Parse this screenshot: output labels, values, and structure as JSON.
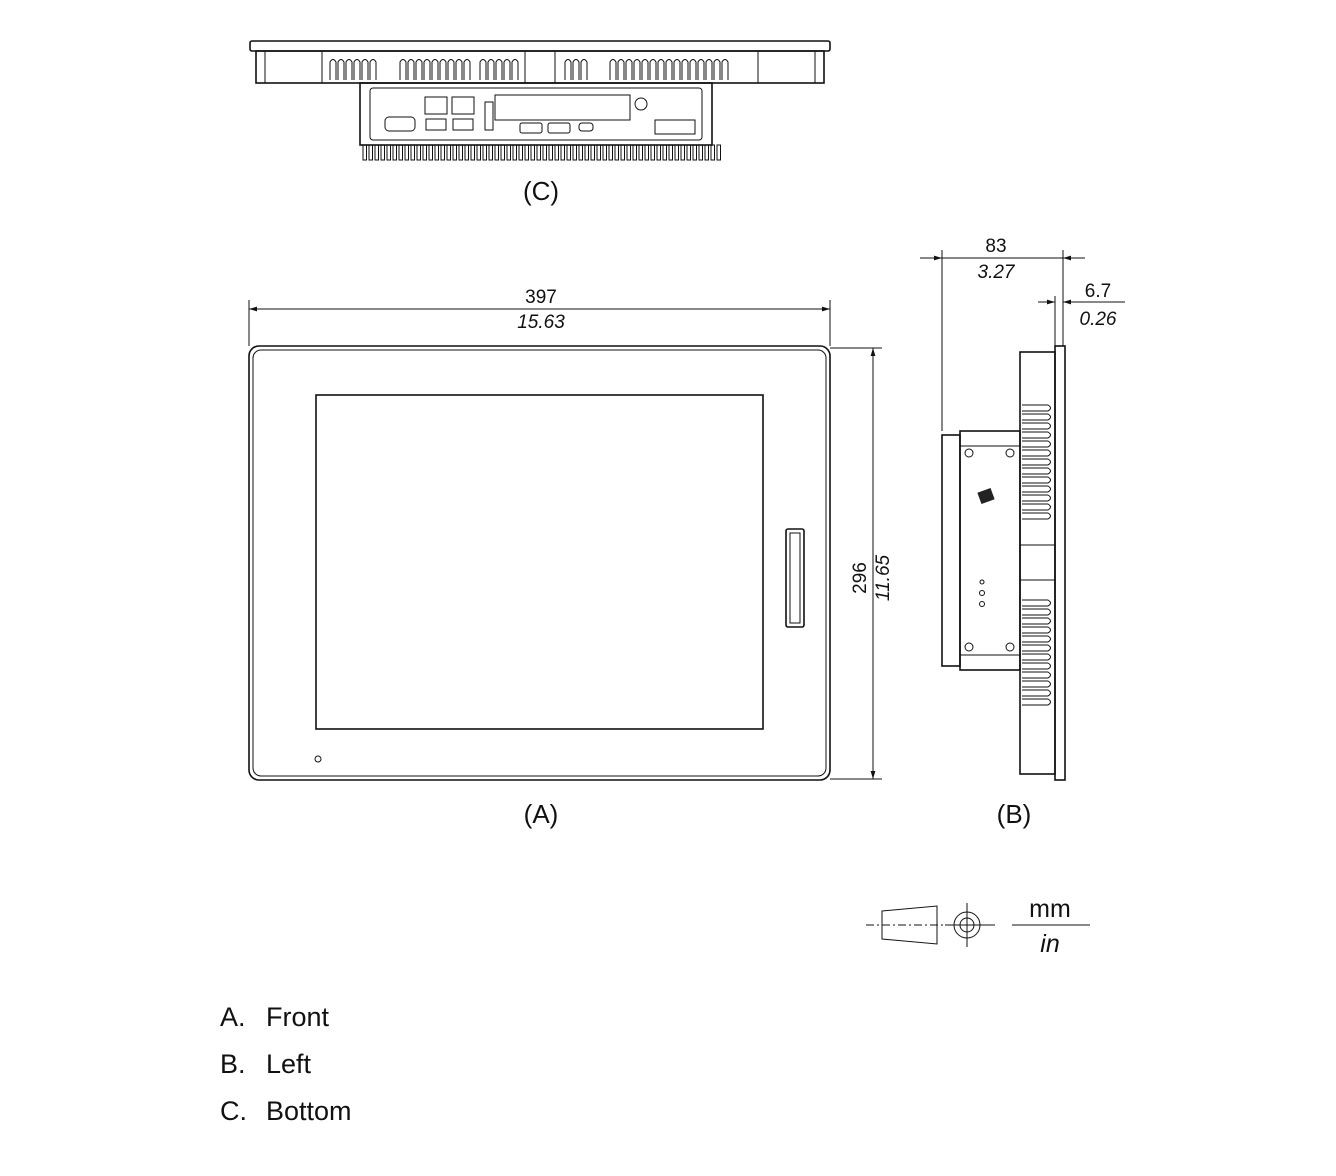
{
  "views": {
    "bottom_label": "(C)",
    "front_label": "(A)",
    "left_label": "(B)"
  },
  "dimensions": {
    "width_mm": "397",
    "width_in": "15.63",
    "height_mm": "296",
    "height_in": "11.65",
    "depth_mm": "83",
    "depth_in": "3.27",
    "bezel_mm": "6.7",
    "bezel_in": "0.26"
  },
  "units": {
    "primary": "mm",
    "secondary": "in"
  },
  "legend": [
    {
      "key": "A.",
      "label": "Front"
    },
    {
      "key": "B.",
      "label": "Left"
    },
    {
      "key": "C.",
      "label": "Bottom"
    }
  ]
}
